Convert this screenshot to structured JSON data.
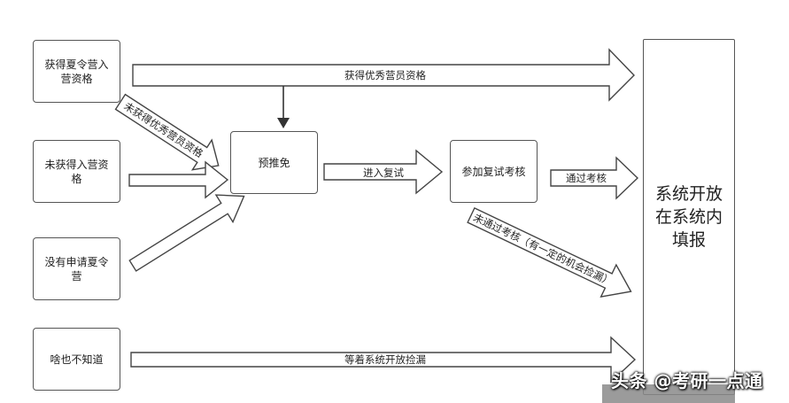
{
  "boxes": {
    "summer_camp_qualified": "获得夏令营入\n营资格",
    "not_camp_qualified": "未获得入营资\n格",
    "not_applied": "没有申请夏令\n营",
    "unknown": "啥也不知道",
    "recommend": "预推免",
    "retest": "参加复试考核",
    "system": "系统开放\n在系统内\n填报"
  },
  "arrows": {
    "excellent": "获得优秀营员资格",
    "not_excellent": "未获得优秀营员资格",
    "enter_retest": "进入复试",
    "pass": "通过考核",
    "fail": "未通过考核（有一定的机会捡漏）",
    "wait": "等着系统开放捡漏"
  },
  "watermark": "头条 @考研一点通",
  "colors": {
    "stroke": "#444444",
    "fill": "#ffffff"
  }
}
